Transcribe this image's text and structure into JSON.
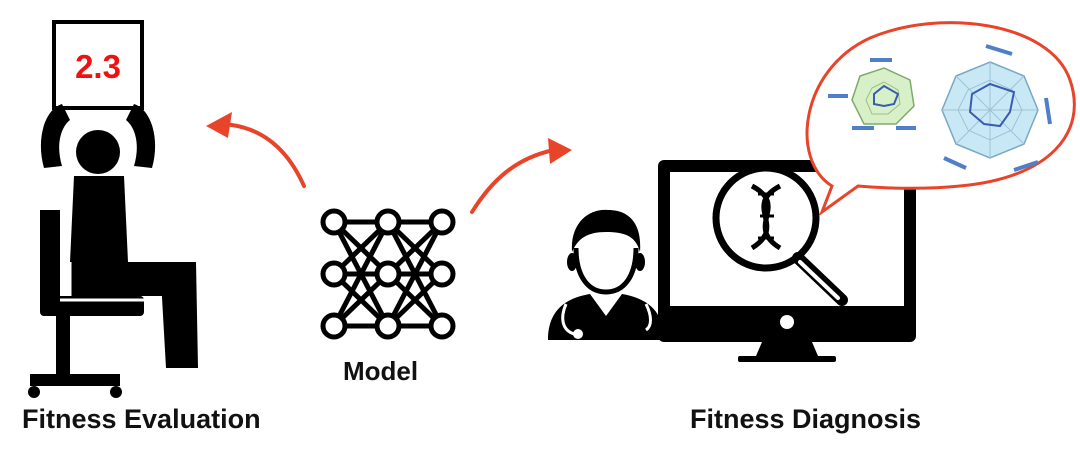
{
  "score": {
    "value": "2.3",
    "color": "#ee1111"
  },
  "labels": {
    "evaluation": "Fitness Evaluation",
    "model": "Model",
    "diagnosis": "Fitness Diagnosis"
  },
  "colors": {
    "arrow": "#e8442a",
    "bubble_outline": "#e8442a",
    "icon": "#000000",
    "radar_small_fill": "#d8f0c8",
    "radar_large_fill": "#c8e8f6",
    "radar_line": "#3b5bb0"
  },
  "icons": {
    "person": "seated-person-holding-sign-icon",
    "network": "neural-network-icon",
    "doctor": "doctor-icon",
    "monitor": "monitor-icon",
    "magnifier": "magnifier-dna-icon",
    "bubble": "speech-bubble-icon",
    "radar": "radar-chart-icon"
  }
}
